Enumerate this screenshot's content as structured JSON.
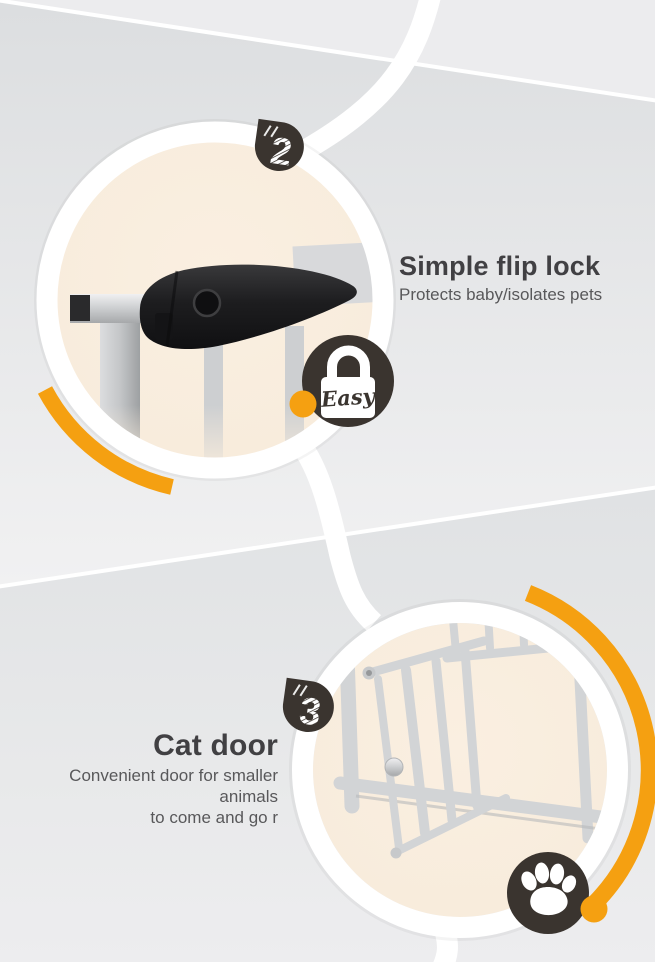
{
  "graphic": {
    "type": "product-feature-infographic",
    "colors": {
      "accent_orange": "#F5A011",
      "badge_dark": "#3A342F",
      "photo_cream": "#F8ECDC",
      "background_gray": "#ECECEE",
      "title_text": "#414043",
      "subtitle_text": "#58585A"
    }
  },
  "steps": [
    {
      "number": "2",
      "title": "Simple flip lock",
      "subtitle": "Protects baby/isolates pets",
      "photo": "flip-lock-handle-on-gate-rail",
      "badge": {
        "icon": "padlock",
        "label": "Easy"
      }
    },
    {
      "number": "3",
      "title": "Cat door",
      "subtitle_lines": [
        "Convenient door for smaller animals",
        "to come and go r"
      ],
      "photo": "cat-door-in-gate-frame",
      "badge": {
        "icon": "paw"
      }
    }
  ]
}
